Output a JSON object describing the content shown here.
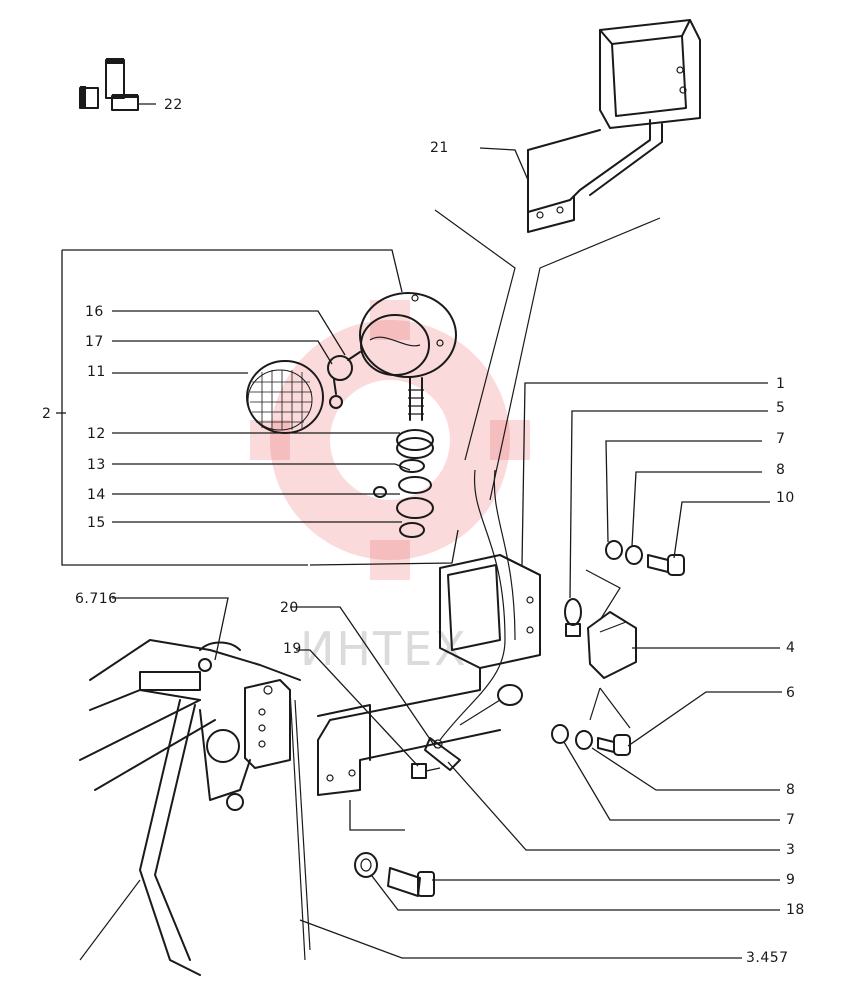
{
  "watermark": {
    "text": "ИНТЕХ",
    "color": "#e8555a"
  },
  "callouts": {
    "c1": "1",
    "c2": "2",
    "c3": "3",
    "c3457": "3.457",
    "c4": "4",
    "c5": "5",
    "c6": "6",
    "c6716": "6.716",
    "c7a": "7",
    "c7b": "7",
    "c8a": "8",
    "c8b": "8",
    "c9": "9",
    "c10": "10",
    "c11": "11",
    "c12": "12",
    "c13": "13",
    "c14": "14",
    "c15": "15",
    "c16": "16",
    "c17": "17",
    "c18": "18",
    "c19": "19",
    "c20": "20",
    "c21": "21",
    "c22": "22"
  },
  "colors": {
    "ink": "#1a1a1a",
    "paper": "#ffffff"
  }
}
